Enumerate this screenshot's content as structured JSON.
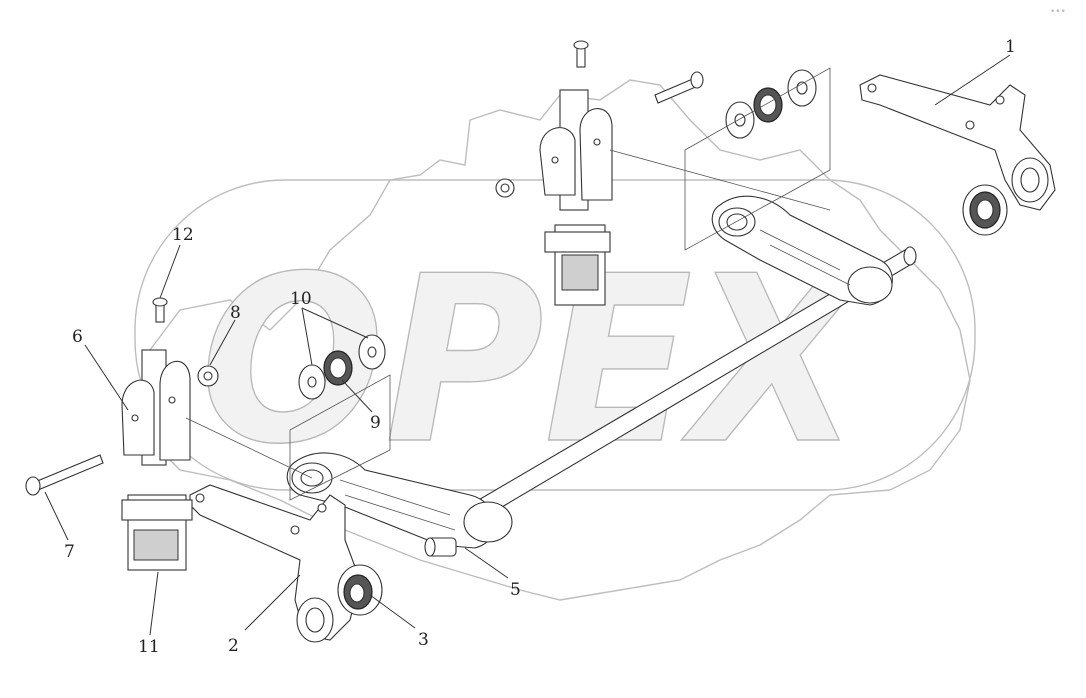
{
  "watermark": {
    "text": "OPEX"
  },
  "corner_mark": "•••",
  "callouts": [
    {
      "id": "1",
      "label": "1"
    },
    {
      "id": "2",
      "label": "2"
    },
    {
      "id": "3",
      "label": "3"
    },
    {
      "id": "5",
      "label": "5"
    },
    {
      "id": "6",
      "label": "6"
    },
    {
      "id": "7",
      "label": "7"
    },
    {
      "id": "8",
      "label": "8"
    },
    {
      "id": "9",
      "label": "9"
    },
    {
      "id": "10",
      "label": "10"
    },
    {
      "id": "11",
      "label": "11"
    },
    {
      "id": "12",
      "label": "12"
    }
  ]
}
